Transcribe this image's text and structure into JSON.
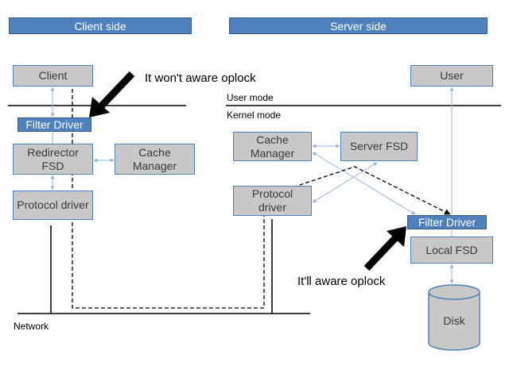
{
  "headers": {
    "client_side": "Client side",
    "server_side": "Server side"
  },
  "client": {
    "client_box": "Client",
    "filter_driver": "Filter Driver",
    "redirector": "Redirector FSD",
    "cache_manager": "Cache Manager",
    "protocol_driver": "Protocol driver"
  },
  "server": {
    "user_box": "User",
    "user_mode": "User mode",
    "kernel_mode": "Kernel mode",
    "cache_manager": "Cache Manager",
    "server_fsd": "Server FSD",
    "protocol_driver": "Protocol driver",
    "filter_driver": "Filter Driver",
    "local_fsd": "Local FSD",
    "disk": "Disk"
  },
  "network_label": "Network",
  "annotations": {
    "client_note": "It won't aware oplock",
    "server_note": "It'll aware oplock"
  },
  "colors": {
    "header_fill": "#4f81bd",
    "box_fill": "#c8c8c8",
    "connector": "#8eb4e3",
    "arrow": "#000000"
  }
}
